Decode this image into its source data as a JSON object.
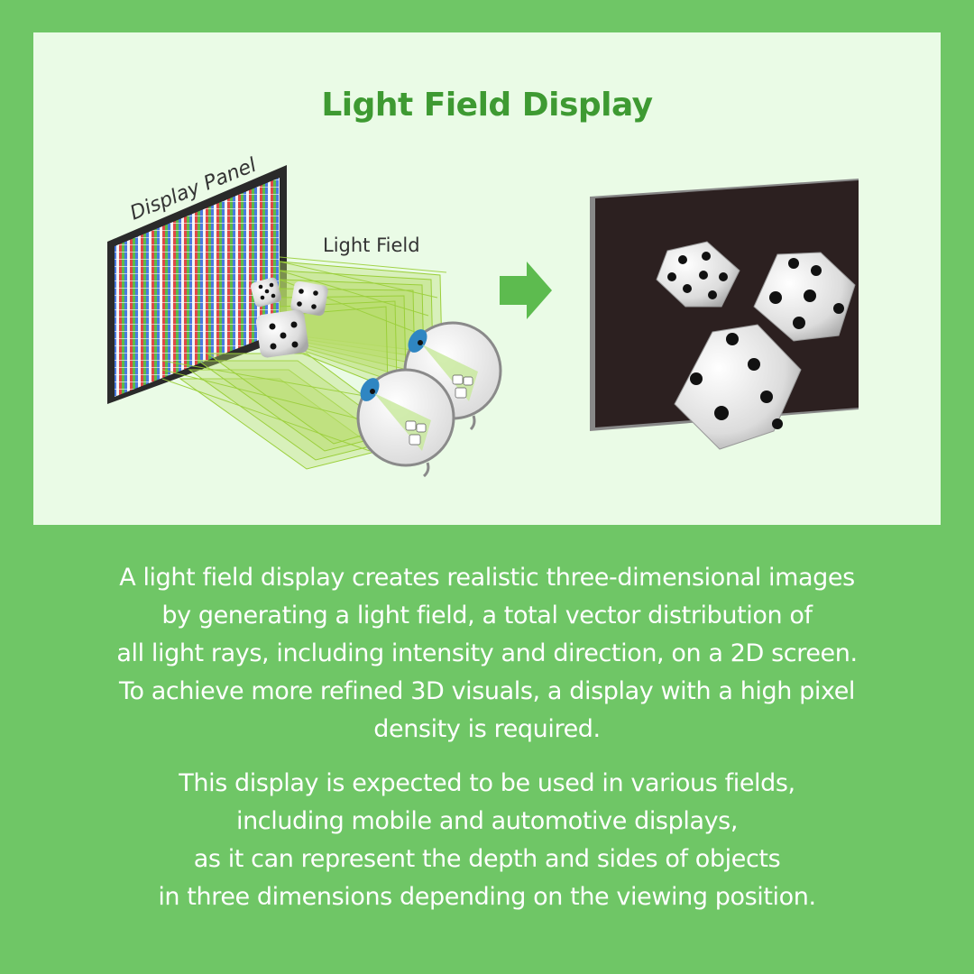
{
  "title": "Light Field Display",
  "labels": {
    "display_panel": "Display Panel",
    "light_field": "Light Field"
  },
  "paragraph1": [
    "A light field display creates realistic three-dimensional images",
    "by generating a light field, a total vector distribution of",
    "all light rays, including intensity and direction, on a 2D screen.",
    "To achieve more refined 3D visuals, a display with a high pixel",
    "density is required."
  ],
  "paragraph2": [
    "This display is expected to be used in various fields,",
    "including mobile and automotive displays,",
    "as it can represent the depth and sides of objects",
    "in three dimensions depending on the viewing position."
  ],
  "colors": {
    "background": "#6fc666",
    "panel": "#eafbe6",
    "title": "#3e9a32",
    "arrow": "#5dbb4f",
    "light_field": "#b6dc6a",
    "screen": "#2c2020"
  },
  "icons": [
    "right-arrow-icon",
    "eye-icon",
    "dice-icon"
  ]
}
